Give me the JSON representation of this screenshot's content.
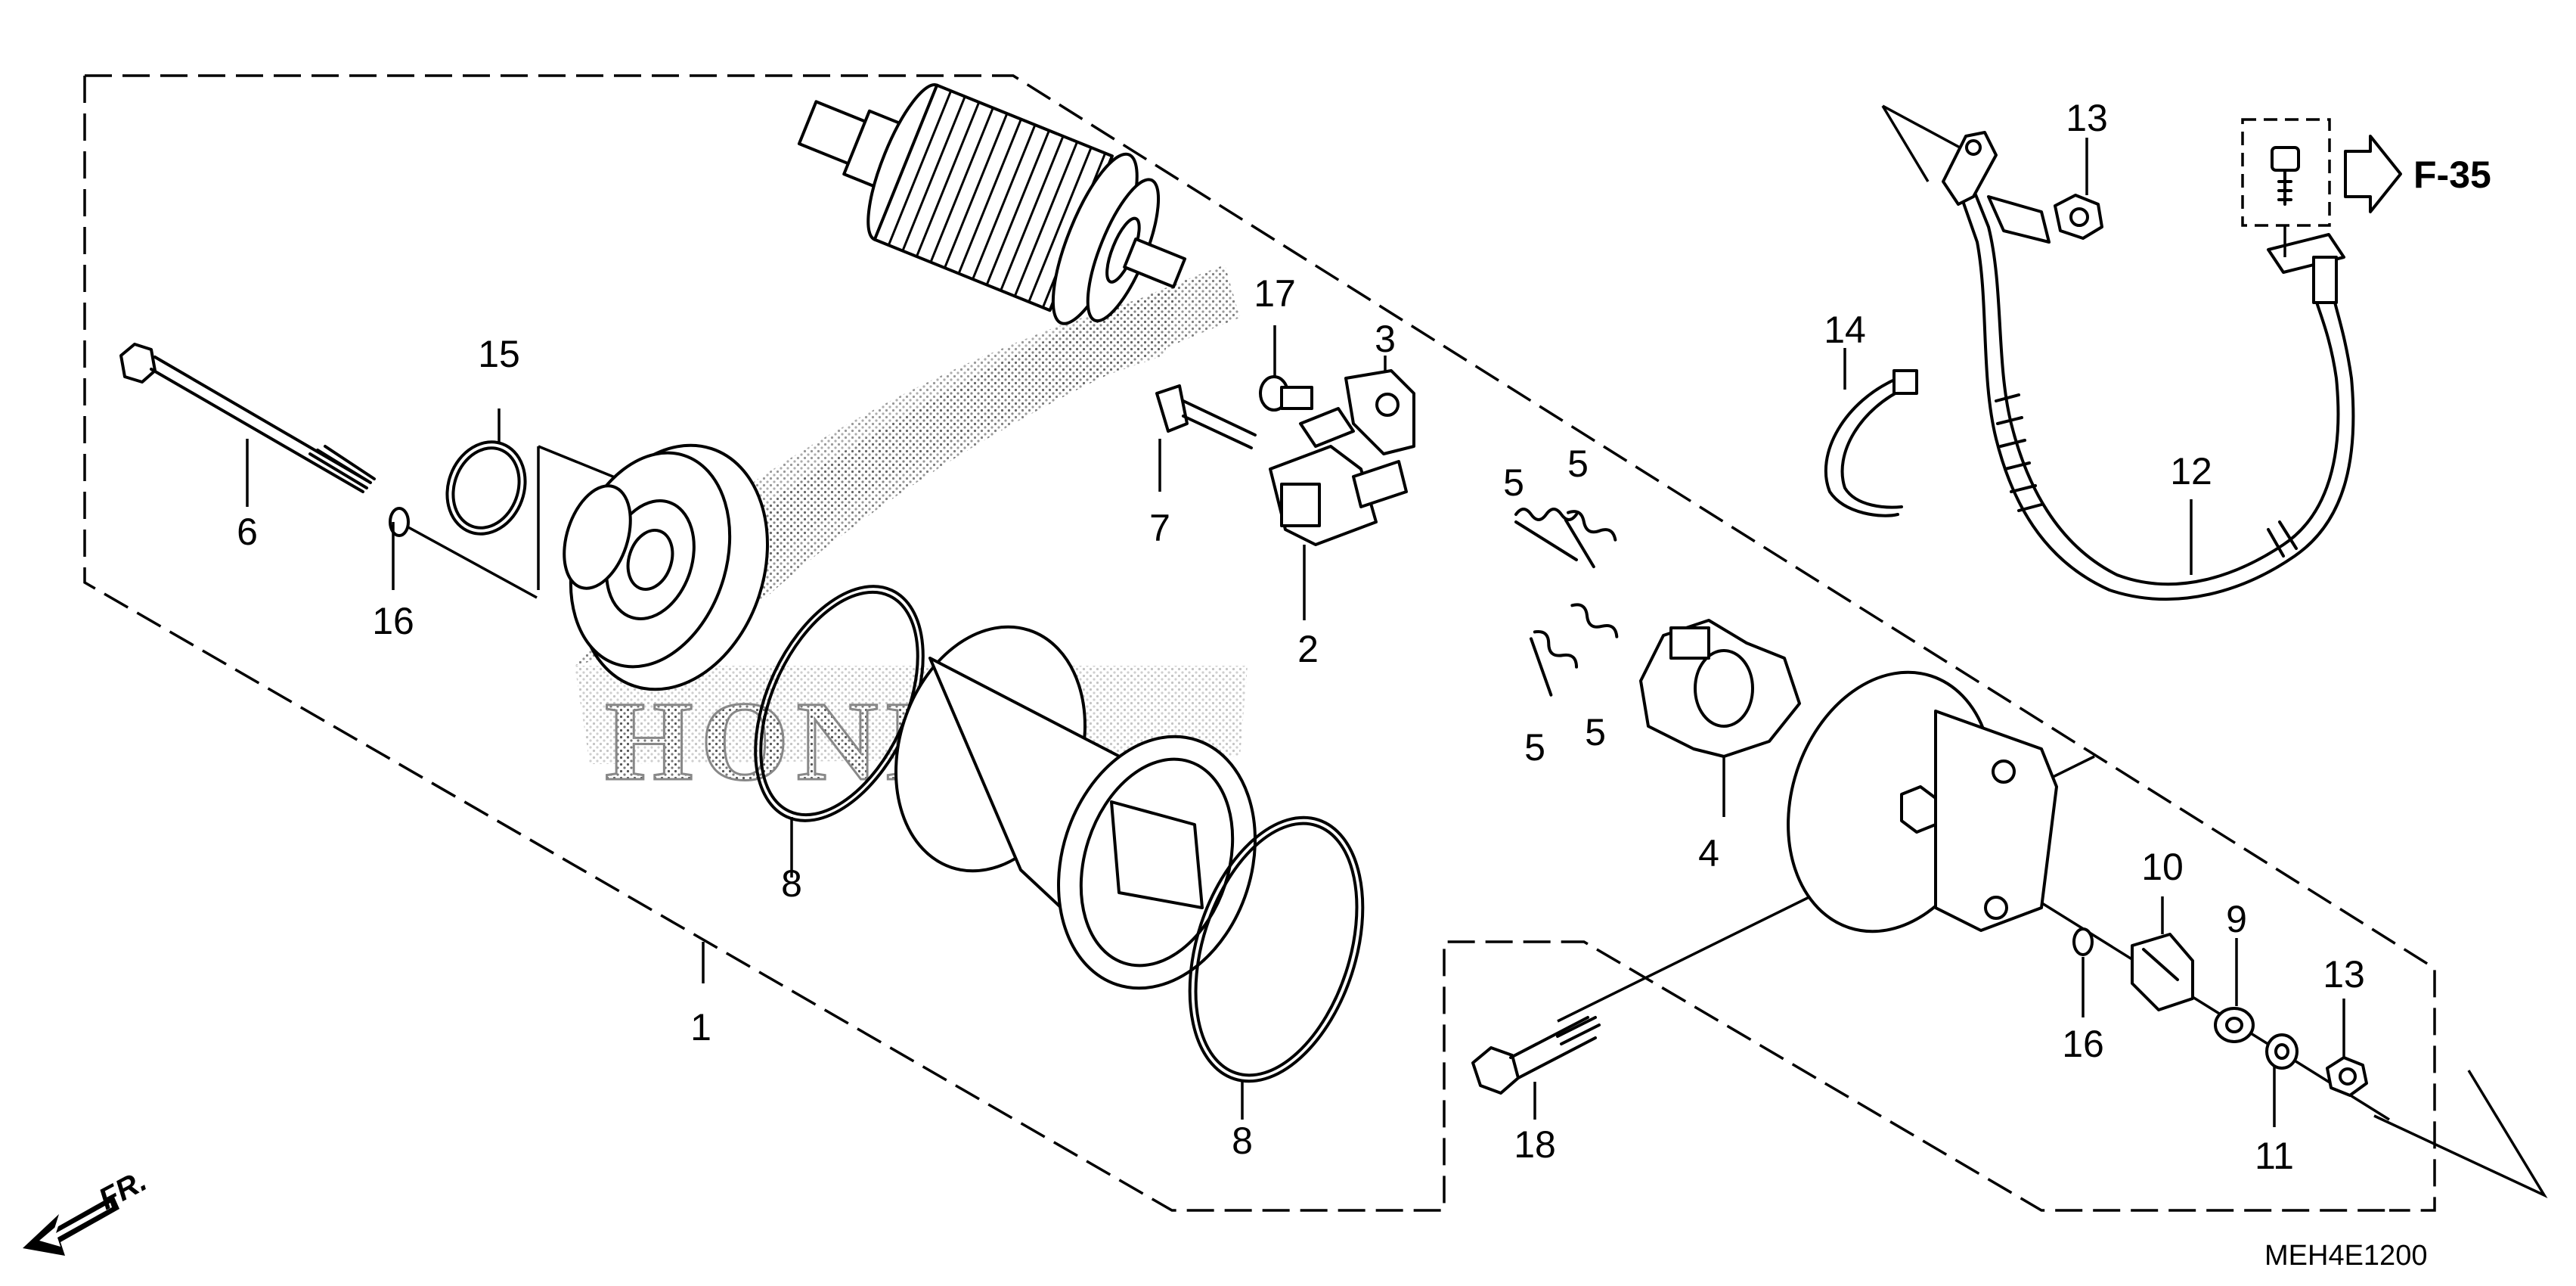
{
  "diagram": {
    "code": "MEH4E1200",
    "ref_label": "F-35",
    "front_label": "FR.",
    "watermark": "HONDA",
    "part_labels": [
      {
        "id": "label-1",
        "text": "1"
      },
      {
        "id": "label-2",
        "text": "2"
      },
      {
        "id": "label-3",
        "text": "3"
      },
      {
        "id": "label-4",
        "text": "4"
      },
      {
        "id": "label-5a",
        "text": "5"
      },
      {
        "id": "label-5b",
        "text": "5"
      },
      {
        "id": "label-5c",
        "text": "5"
      },
      {
        "id": "label-5d",
        "text": "5"
      },
      {
        "id": "label-6",
        "text": "6"
      },
      {
        "id": "label-7",
        "text": "7"
      },
      {
        "id": "label-8a",
        "text": "8"
      },
      {
        "id": "label-8b",
        "text": "8"
      },
      {
        "id": "label-9",
        "text": "9"
      },
      {
        "id": "label-10",
        "text": "10"
      },
      {
        "id": "label-11",
        "text": "11"
      },
      {
        "id": "label-12",
        "text": "12"
      },
      {
        "id": "label-13a",
        "text": "13"
      },
      {
        "id": "label-13b",
        "text": "13"
      },
      {
        "id": "label-14",
        "text": "14"
      },
      {
        "id": "label-15",
        "text": "15"
      },
      {
        "id": "label-16a",
        "text": "16"
      },
      {
        "id": "label-16b",
        "text": "16"
      },
      {
        "id": "label-17",
        "text": "17"
      },
      {
        "id": "label-18",
        "text": "18"
      }
    ]
  }
}
